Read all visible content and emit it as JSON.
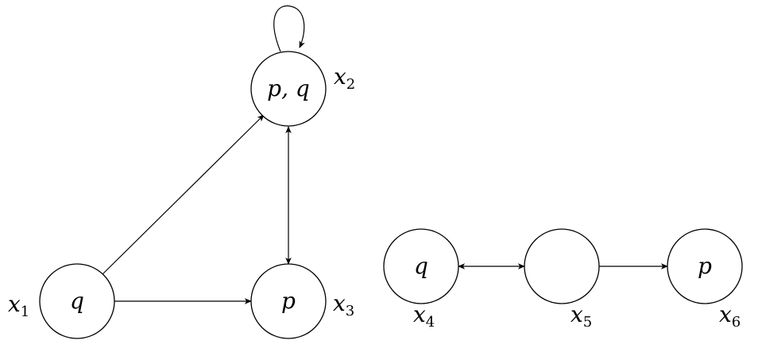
{
  "nodes": [
    {
      "id": "x1",
      "label": "q",
      "name": "x",
      "sub": "1"
    },
    {
      "id": "x2",
      "label": "p, q",
      "name": "x",
      "sub": "2"
    },
    {
      "id": "x3",
      "label": "p",
      "name": "x",
      "sub": "3"
    },
    {
      "id": "x4",
      "label": "q",
      "name": "x",
      "sub": "4"
    },
    {
      "id": "x5",
      "label": "",
      "name": "x",
      "sub": "5"
    },
    {
      "id": "x6",
      "label": "p",
      "name": "x",
      "sub": "6"
    }
  ],
  "edges": [
    {
      "from": "x1",
      "to": "x2",
      "type": "directed"
    },
    {
      "from": "x1",
      "to": "x3",
      "type": "directed"
    },
    {
      "from": "x2",
      "to": "x3",
      "type": "bidirectional"
    },
    {
      "from": "x2",
      "to": "x2",
      "type": "self-loop"
    },
    {
      "from": "x4",
      "to": "x5",
      "type": "bidirectional"
    },
    {
      "from": "x5",
      "to": "x6",
      "type": "directed"
    }
  ]
}
